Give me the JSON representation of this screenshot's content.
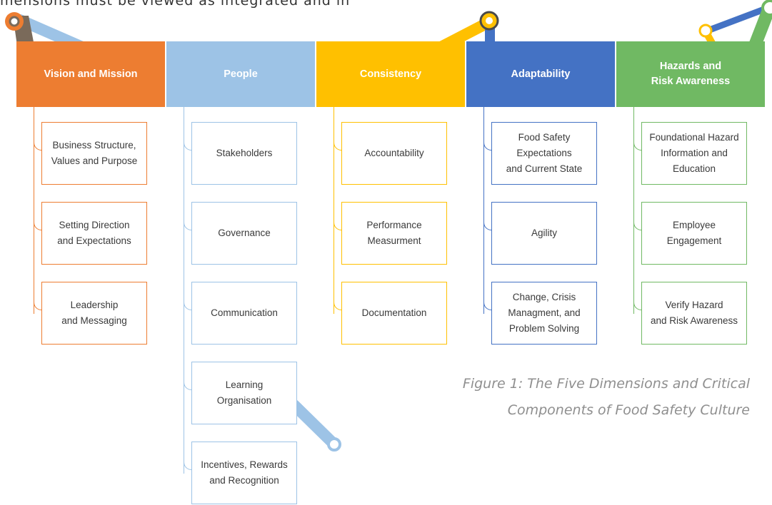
{
  "intro_text": "mensions must be viewed as integrated and in",
  "columns": [
    {
      "title": "Vision and Mission",
      "color": "#ED7D31",
      "items": [
        "Business Structure,\nValues and Purpose",
        "Setting Direction\nand Expectations",
        "Leadership\nand Messaging"
      ]
    },
    {
      "title": "People",
      "color": "#9DC3E6",
      "items": [
        "Stakeholders",
        "Governance",
        "Communication",
        "Learning\nOrganisation",
        "Incentives, Rewards\nand Recognition"
      ]
    },
    {
      "title": "Consistency",
      "color": "#FFC000",
      "items": [
        "Accountability",
        "Performance\nMeasurment",
        "Documentation"
      ]
    },
    {
      "title": "Adaptability",
      "color": "#4472C4",
      "items": [
        "Food Safety\nExpectations\nand Current State",
        "Agility",
        "Change, Crisis\nManagment, and\nProblem Solving"
      ]
    },
    {
      "title": "Hazards and\nRisk Awareness",
      "color": "#70B963",
      "items": [
        "Foundational Hazard\nInformation and\nEducation",
        "Employee\nEngagement",
        "Verify Hazard\nand Risk Awareness"
      ]
    }
  ],
  "caption": "Figure 1: The Five Dimensions and Critical\nComponents of Food Safety Culture"
}
